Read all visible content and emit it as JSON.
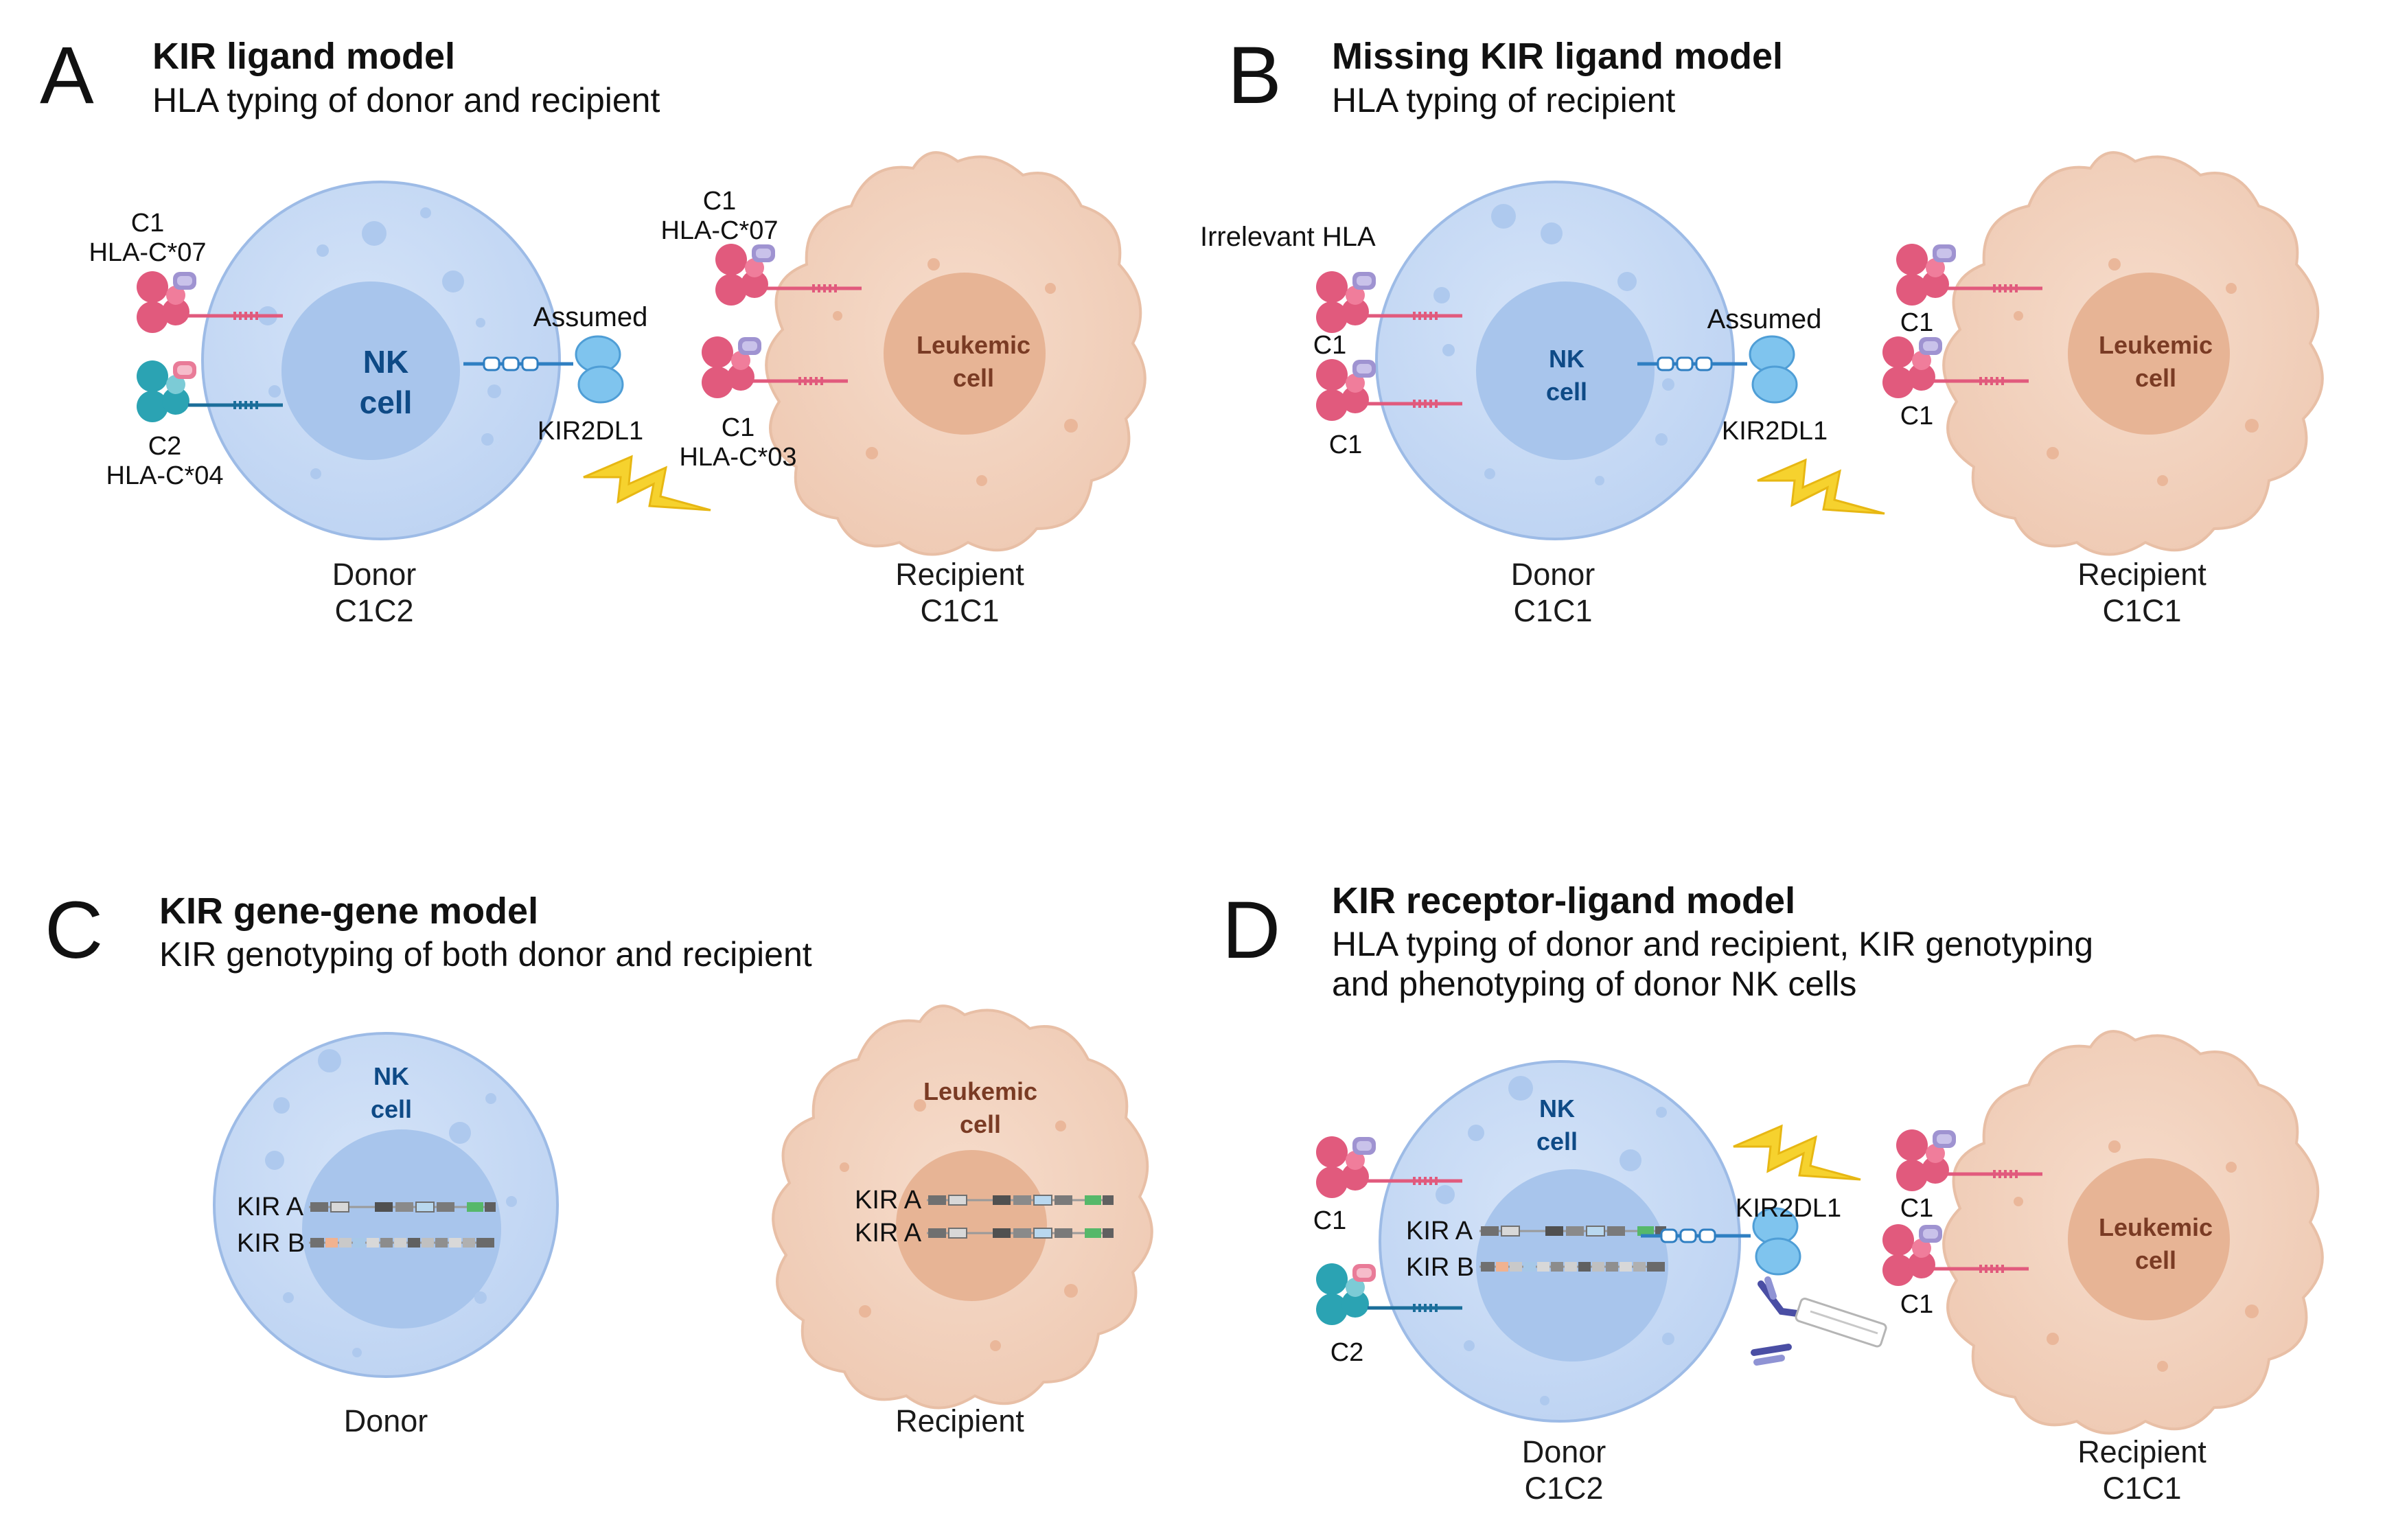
{
  "panels": {
    "A": {
      "letter": "A",
      "title": "KIR ligand model",
      "subtitle": "HLA typing of donor and recipient",
      "nk_label_1": "NK",
      "nk_label_2": "cell",
      "leukemic_label_1": "Leukemic",
      "leukemic_label_2": "cell",
      "donor_c1_line1": "C1",
      "donor_c1_line2": "HLA-C*07",
      "donor_c2_line1": "C2",
      "donor_c2_line2": "HLA-C*04",
      "assumed": "Assumed",
      "kir": "KIR2DL1",
      "recip_c1_top_line1": "C1",
      "recip_c1_top_line2": "HLA-C*07",
      "recip_c1_bottom_line1": "C1",
      "recip_c1_bottom_line2": "HLA-C*03",
      "donor_caption_1": "Donor",
      "donor_caption_2": "C1C2",
      "recipient_caption_1": "Recipient",
      "recipient_caption_2": "C1C1"
    },
    "B": {
      "letter": "B",
      "title": "Missing KIR ligand model",
      "subtitle": "HLA typing of recipient",
      "irrelevant": "Irrelevant HLA",
      "nk_label_1": "NK",
      "nk_label_2": "cell",
      "leukemic_label_1": "Leukemic",
      "leukemic_label_2": "cell",
      "donor_c1_top": "C1",
      "donor_c1_bottom": "C1",
      "assumed": "Assumed",
      "kir": "KIR2DL1",
      "recip_c1_top": "C1",
      "recip_c1_bottom": "C1",
      "donor_caption_1": "Donor",
      "donor_caption_2": "C1C1",
      "recipient_caption_1": "Recipient",
      "recipient_caption_2": "C1C1"
    },
    "C": {
      "letter": "C",
      "title": "KIR gene-gene model",
      "subtitle": "KIR genotyping of both donor and recipient",
      "nk_label_1": "NK",
      "nk_label_2": "cell",
      "leukemic_label_1": "Leukemic",
      "leukemic_label_2": "cell",
      "donor_gene_1": "KIR A",
      "donor_gene_2": "KIR B",
      "recip_gene_1": "KIR A",
      "recip_gene_2": "KIR A",
      "donor_caption": "Donor",
      "recipient_caption": "Recipient"
    },
    "D": {
      "letter": "D",
      "title": "KIR receptor-ligand model",
      "subtitle_1": "HLA typing of donor and recipient, KIR genotyping",
      "subtitle_2": "and phenotyping of donor NK cells",
      "nk_label_1": "NK",
      "nk_label_2": "cell",
      "leukemic_label_1": "Leukemic",
      "leukemic_label_2": "cell",
      "donor_c1": "C1",
      "donor_c2": "C2",
      "donor_gene_1": "KIR A",
      "donor_gene_2": "KIR B",
      "kir": "KIR2DL1",
      "recip_c1_top": "C1",
      "recip_c1_bottom": "C1",
      "donor_caption_1": "Donor",
      "donor_caption_2": "C1C2",
      "recipient_caption_1": "Recipient",
      "recipient_caption_2": "C1C1"
    }
  },
  "colors": {
    "nk_cell_fill": "#c9dbf6",
    "nk_nucleus_fill": "#a8c5ec",
    "leukemic_cell_fill": "#f3d3c0",
    "leukemic_nucleus_fill": "#e7b495",
    "hla_c1": "#e15a7d",
    "hla_c2": "#2ba3b3",
    "kir_receptor": "#7fc4ee",
    "lightning": "#f6d22e",
    "antibody": "#4a4ea4"
  }
}
